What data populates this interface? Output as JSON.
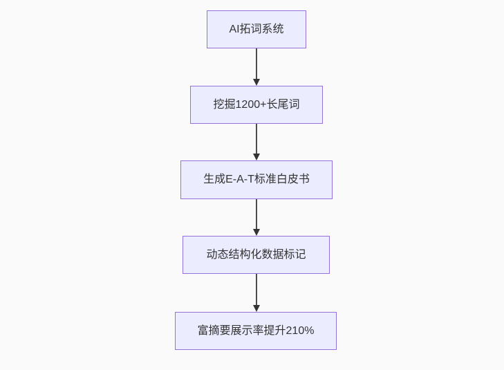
{
  "page": {
    "background": "#fafafa"
  },
  "colors": {
    "node_fill": "#ECECFF",
    "node_border": "#9370DB",
    "node_text": "#333333",
    "arrow_line": "#4d4d4d",
    "arrow_head": "#333333"
  },
  "diagram": {
    "type": "flowchart",
    "direction": "top-down",
    "nodes": [
      {
        "id": "n1",
        "label": "AI拓词系统"
      },
      {
        "id": "n2",
        "label": "挖掘1200+长尾词"
      },
      {
        "id": "n3",
        "label": "生成E-A-T标准白皮书"
      },
      {
        "id": "n4",
        "label": "动态结构化数据标记"
      },
      {
        "id": "n5",
        "label": "富摘要展示率提升210%"
      }
    ],
    "edges": [
      {
        "from": "n1",
        "to": "n2"
      },
      {
        "from": "n2",
        "to": "n3"
      },
      {
        "from": "n3",
        "to": "n4"
      },
      {
        "from": "n4",
        "to": "n5"
      }
    ]
  }
}
